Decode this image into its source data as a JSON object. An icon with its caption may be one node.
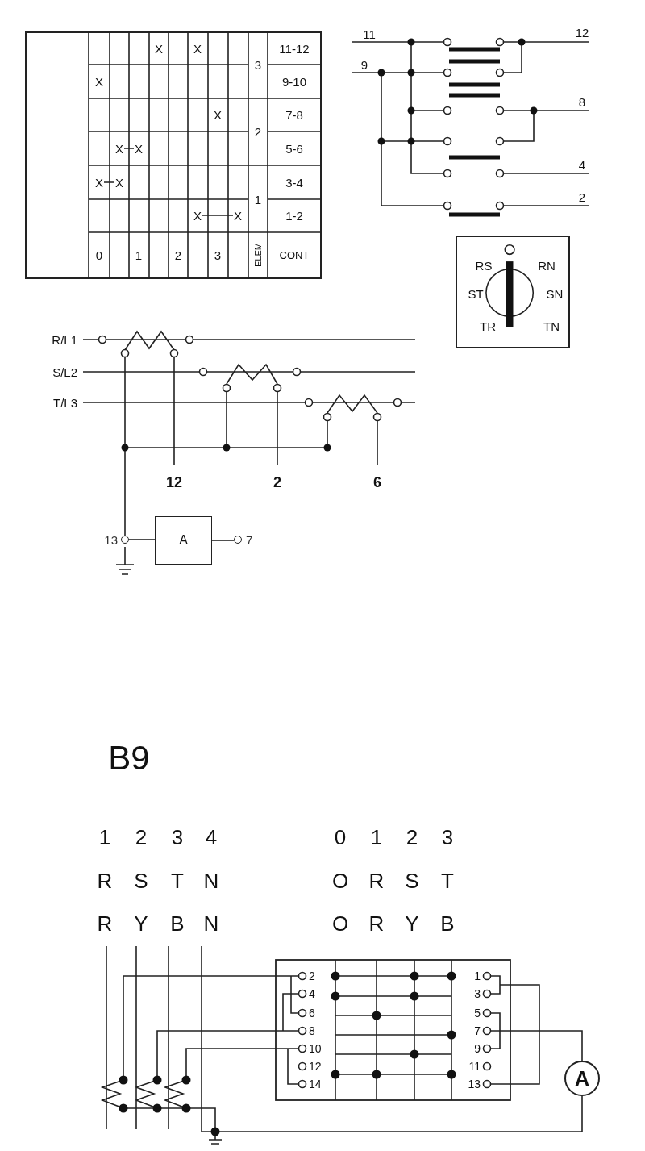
{
  "diagram": {
    "nodes": [
      {
        "text": [
          "RS",
          "RN",
          "ST",
          "SN",
          "TR",
          "TN"
        ]
      },
      {
        "text": [],
        "shape": "circle",
        "beside": [
          "13"
        ]
      },
      {
        "text": [
          "A"
        ]
      },
      {
        "text": [],
        "shape": "circle",
        "beside": [
          "7"
        ]
      },
      {
        "text": [
          "A"
        ]
      }
    ],
    "edges": [
      {
        "from": 1,
        "to": 2,
        "arrow": "none"
      },
      {
        "from": 2,
        "to": 3,
        "arrow": "none"
      }
    ],
    "labels": [
      "X",
      "X",
      "3",
      "11-12",
      "X",
      "9-10",
      "X",
      "2",
      "7-8",
      "X",
      "X",
      "5-6",
      "X",
      "X",
      "3-4",
      "1",
      "X",
      "X",
      "1-2",
      "0",
      "1",
      "2",
      "3",
      "ELEM",
      "CONT",
      "11",
      "12",
      "9",
      "8",
      "4",
      "2",
      "R/L1",
      "S/L2",
      "T/L3",
      "12",
      "2",
      "6",
      "B9",
      "1",
      "2",
      "3",
      "4",
      "0",
      "1",
      "2",
      "3",
      "R",
      "S",
      "T",
      "N",
      "O",
      "R",
      "S",
      "T",
      "R",
      "Y",
      "B",
      "N",
      "O",
      "R",
      "Y",
      "B",
      "2",
      "1",
      "4",
      "3",
      "6",
      "5",
      "8",
      "7",
      "10",
      "9",
      "12",
      "11",
      "14",
      "13"
    ]
  }
}
